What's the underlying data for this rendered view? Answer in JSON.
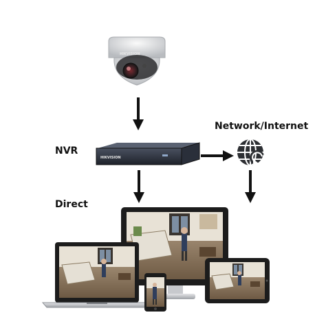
{
  "labels": {
    "nvr": "NVR",
    "network": "Network/Internet",
    "direct": "Direct"
  },
  "icons": {
    "camera": "dome-camera-icon",
    "nvr": "nvr-recorder-icon",
    "globe": "globe-network-icon",
    "monitor": "desktop-monitor-icon",
    "laptop": "laptop-icon",
    "phone": "smartphone-icon",
    "tablet": "tablet-icon"
  },
  "colors": {
    "arrow": "#111111",
    "nvr_body": "#2a2f3a",
    "device_frame": "#1c1c1c",
    "device_silver": "#c9cbcf"
  }
}
